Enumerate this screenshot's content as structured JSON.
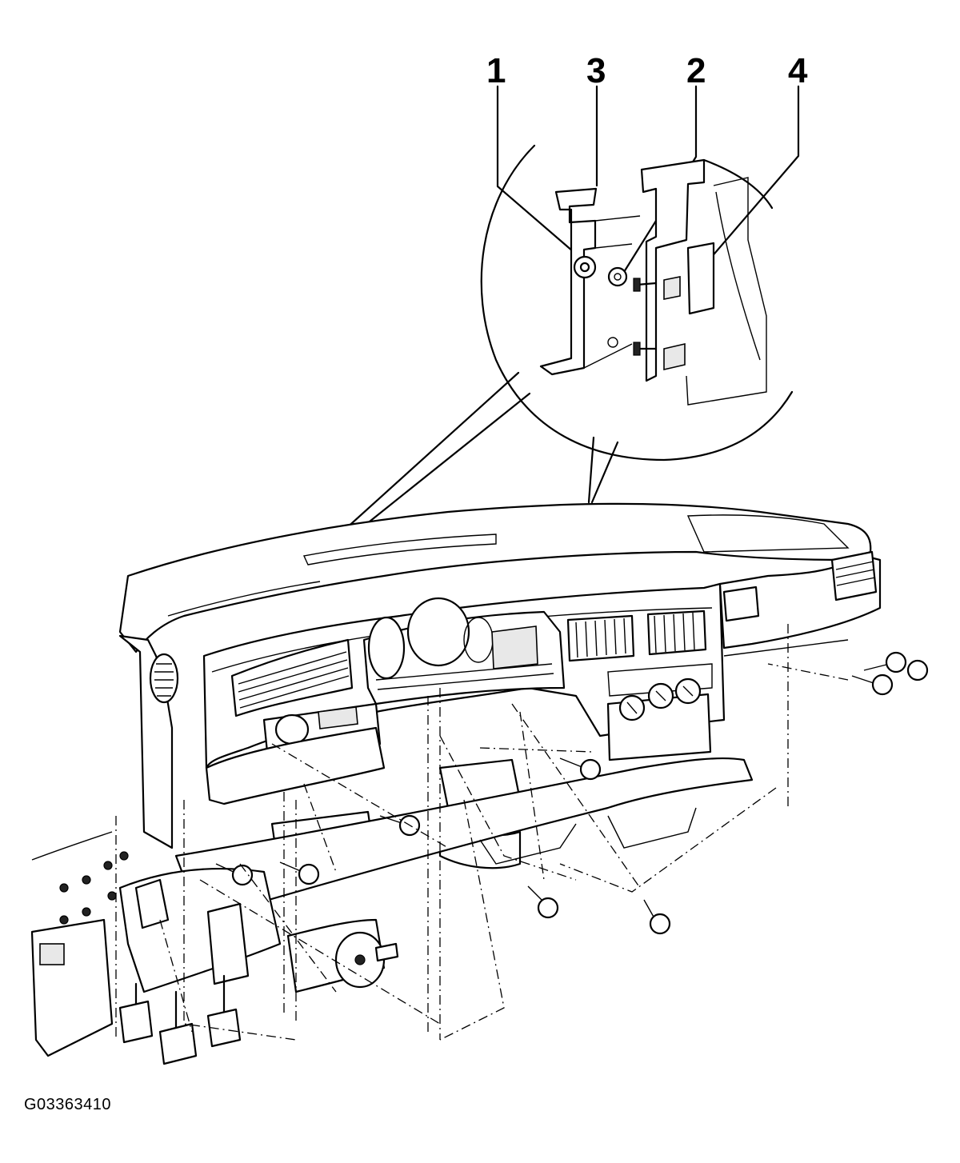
{
  "figure": {
    "id_label": "G03363410",
    "callouts": [
      {
        "key": "c1",
        "text": "1"
      },
      {
        "key": "c3",
        "text": "3"
      },
      {
        "key": "c2",
        "text": "2"
      },
      {
        "key": "c4",
        "text": "4"
      }
    ]
  },
  "colors": {
    "line": "#000000",
    "background": "#ffffff"
  }
}
